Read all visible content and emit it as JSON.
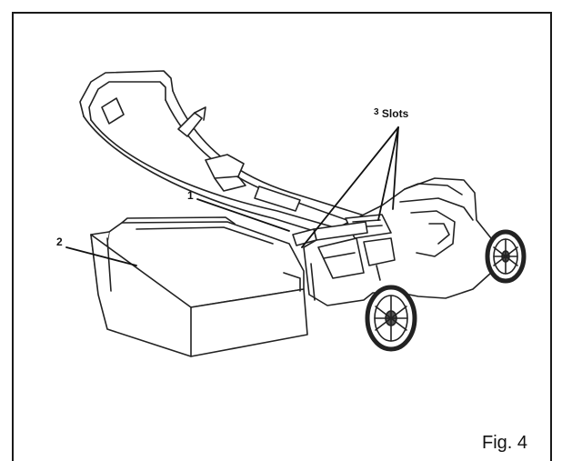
{
  "callouts": {
    "one": "1",
    "two": "2",
    "three": "3",
    "slots_label": "Slots"
  },
  "figure_caption": "Fig. 4"
}
